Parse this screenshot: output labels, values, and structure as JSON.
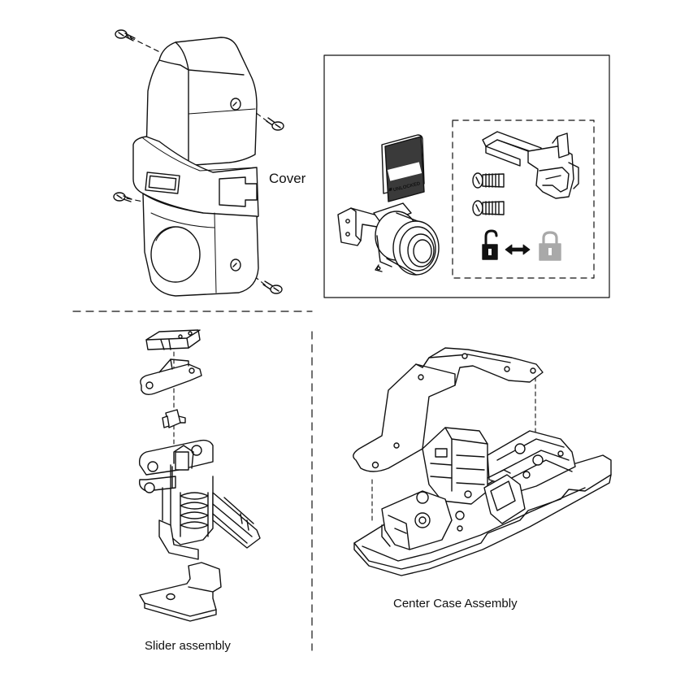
{
  "labels": {
    "cover": "Cover",
    "center_case": "Center Case Assembly",
    "slider": "Slider assembly"
  },
  "cylinder_card": {
    "locked": "LOCKED",
    "unlocked": "UNLOCKED"
  },
  "icons": {
    "toggle": [
      "unlocked-padlock-icon",
      "double-arrow-icon",
      "locked-padlock-icon"
    ]
  },
  "colors": {
    "line": "#111111",
    "locked_gray": "#a9a9a9",
    "card_dark": "#3a3a3a"
  }
}
